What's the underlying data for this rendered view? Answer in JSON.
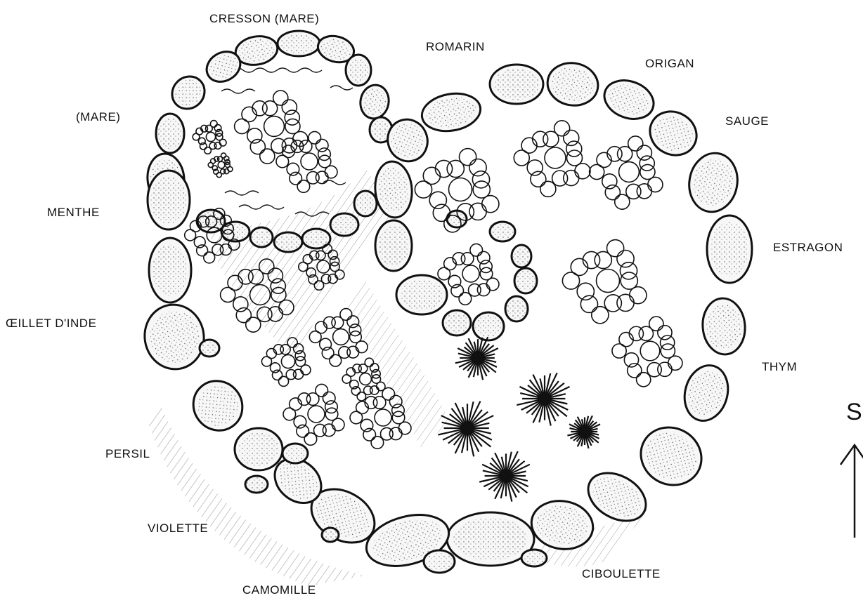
{
  "diagram": {
    "labels": {
      "cresson": "CRESSON (MARE)",
      "mare": "(MARE)",
      "menthe": "MENTHE",
      "oeillet": "ŒILLET D'INDE",
      "persil": "PERSIL",
      "violette": "VIOLETTE",
      "camomille": "CAMOMILLE",
      "ciboulette": "CIBOULETTE",
      "thym": "THYM",
      "estragon": "ESTRAGON",
      "sauge": "SAUGE",
      "origan": "ORIGAN",
      "romarin": "ROMARIN"
    },
    "compass": {
      "letter": "S"
    },
    "colors": {
      "ink": "#111111",
      "paper": "#ffffff",
      "stone": "#f7f7f7"
    }
  }
}
